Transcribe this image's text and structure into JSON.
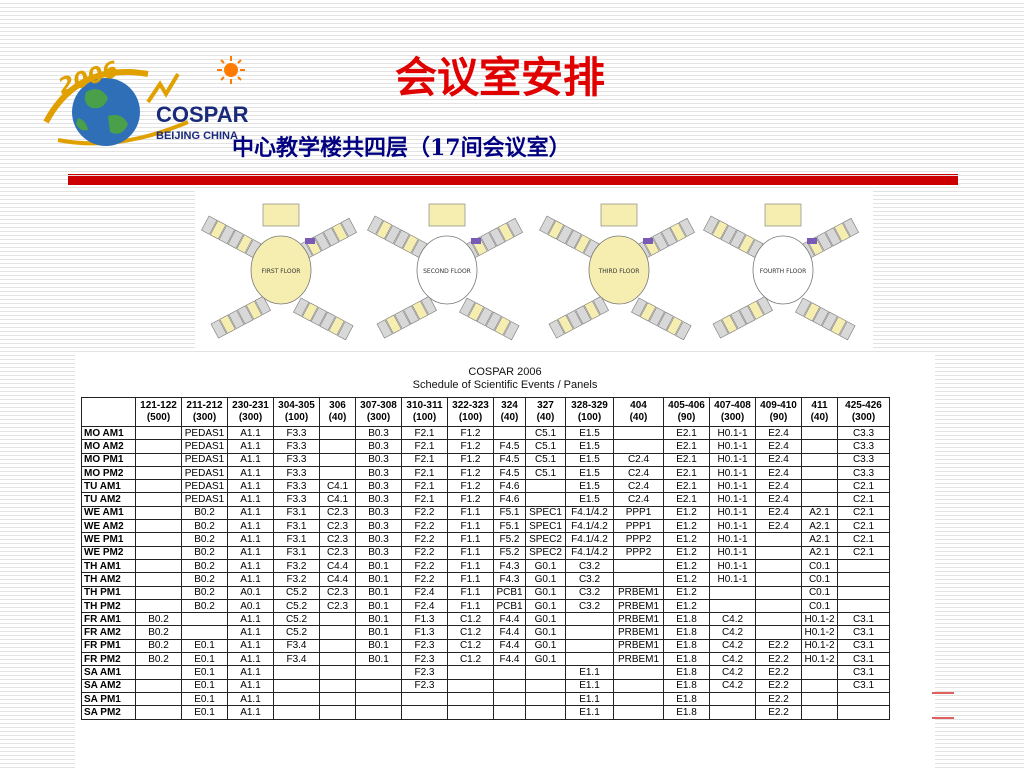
{
  "logo": {
    "year": "2006",
    "name": "COSPAR",
    "sub": "BEIJING CHINA",
    "colors": {
      "gold": "#e0a000",
      "navy": "#1a2a7a",
      "sun": "#ff7a00"
    }
  },
  "title": "会议室安排",
  "subtitle": "中心教学楼共四层（17间会议室）",
  "floor_labels": [
    "FIRST FLOOR",
    "SECOND FLOOR",
    "THIRD FLOOR",
    "FOURTH FLOOR"
  ],
  "schedule": {
    "title_line1": "COSPAR 2006",
    "title_line2": "Schedule of Scientific Events / Panels",
    "rooms": [
      {
        "room": "121-122",
        "cap": "(500)"
      },
      {
        "room": "211-212",
        "cap": "(300)"
      },
      {
        "room": "230-231",
        "cap": "(300)"
      },
      {
        "room": "304-305",
        "cap": "(100)"
      },
      {
        "room": "306",
        "cap": "(40)"
      },
      {
        "room": "307-308",
        "cap": "(300)"
      },
      {
        "room": "310-311",
        "cap": "(100)"
      },
      {
        "room": "322-323",
        "cap": "(100)"
      },
      {
        "room": "324",
        "cap": "(40)"
      },
      {
        "room": "327",
        "cap": "(40)"
      },
      {
        "room": "328-329",
        "cap": "(100)"
      },
      {
        "room": "404",
        "cap": "(40)"
      },
      {
        "room": "405-406",
        "cap": "(90)"
      },
      {
        "room": "407-408",
        "cap": "(300)"
      },
      {
        "room": "409-410",
        "cap": "(90)"
      },
      {
        "room": "411",
        "cap": "(40)"
      },
      {
        "room": "425-426",
        "cap": "(300)"
      }
    ],
    "rows": [
      {
        "label": "MO AM1",
        "cells": [
          "",
          "PEDAS1",
          "A1.1",
          "F3.3",
          "",
          "B0.3",
          "F2.1",
          "F1.2",
          "",
          "C5.1",
          "E1.5",
          "",
          "E2.1",
          "H0.1-1",
          "E2.4",
          "",
          "C3.3"
        ]
      },
      {
        "label": "MO AM2",
        "cells": [
          "",
          "PEDAS1",
          "A1.1",
          "F3.3",
          "",
          "B0.3",
          "F2.1",
          "F1.2",
          "F4.5",
          "C5.1",
          "E1.5",
          "",
          "E2.1",
          "H0.1-1",
          "E2.4",
          "",
          "C3.3"
        ]
      },
      {
        "label": "MO PM1",
        "cells": [
          "",
          "PEDAS1",
          "A1.1",
          "F3.3",
          "",
          "B0.3",
          "F2.1",
          "F1.2",
          "F4.5",
          "C5.1",
          "E1.5",
          "C2.4",
          "E2.1",
          "H0.1-1",
          "E2.4",
          "",
          "C3.3"
        ]
      },
      {
        "label": "MO PM2",
        "cells": [
          "",
          "PEDAS1",
          "A1.1",
          "F3.3",
          "",
          "B0.3",
          "F2.1",
          "F1.2",
          "F4.5",
          "C5.1",
          "E1.5",
          "C2.4",
          "E2.1",
          "H0.1-1",
          "E2.4",
          "",
          "C3.3"
        ]
      },
      {
        "label": "TU AM1",
        "cells": [
          "",
          "PEDAS1",
          "A1.1",
          "F3.3",
          "C4.1",
          "B0.3",
          "F2.1",
          "F1.2",
          "F4.6",
          "",
          "E1.5",
          "C2.4",
          "E2.1",
          "H0.1-1",
          "E2.4",
          "",
          "C2.1"
        ]
      },
      {
        "label": "TU AM2",
        "cells": [
          "",
          "PEDAS1",
          "A1.1",
          "F3.3",
          "C4.1",
          "B0.3",
          "F2.1",
          "F1.2",
          "F4.6",
          "",
          "E1.5",
          "C2.4",
          "E2.1",
          "H0.1-1",
          "E2.4",
          "",
          "C2.1"
        ]
      },
      {
        "label": "WE AM1",
        "cells": [
          "",
          "B0.2",
          "A1.1",
          "F3.1",
          "C2.3",
          "B0.3",
          "F2.2",
          "F1.1",
          "F5.1",
          "SPEC1",
          "F4.1/4.2",
          "PPP1",
          "E1.2",
          "H0.1-1",
          "E2.4",
          "A2.1",
          "C2.1"
        ]
      },
      {
        "label": "WE AM2",
        "cells": [
          "",
          "B0.2",
          "A1.1",
          "F3.1",
          "C2.3",
          "B0.3",
          "F2.2",
          "F1.1",
          "F5.1",
          "SPEC1",
          "F4.1/4.2",
          "PPP1",
          "E1.2",
          "H0.1-1",
          "E2.4",
          "A2.1",
          "C2.1"
        ]
      },
      {
        "label": "WE PM1",
        "cells": [
          "",
          "B0.2",
          "A1.1",
          "F3.1",
          "C2.3",
          "B0.3",
          "F2.2",
          "F1.1",
          "F5.2",
          "SPEC2",
          "F4.1/4.2",
          "PPP2",
          "E1.2",
          "H0.1-1",
          "",
          "A2.1",
          "C2.1"
        ]
      },
      {
        "label": "WE PM2",
        "cells": [
          "",
          "B0.2",
          "A1.1",
          "F3.1",
          "C2.3",
          "B0.3",
          "F2.2",
          "F1.1",
          "F5.2",
          "SPEC2",
          "F4.1/4.2",
          "PPP2",
          "E1.2",
          "H0.1-1",
          "",
          "A2.1",
          "C2.1"
        ]
      },
      {
        "label": "TH AM1",
        "cells": [
          "",
          "B0.2",
          "A1.1",
          "F3.2",
          "C4.4",
          "B0.1",
          "F2.2",
          "F1.1",
          "F4.3",
          "G0.1",
          "C3.2",
          "",
          "E1.2",
          "H0.1-1",
          "",
          "C0.1",
          ""
        ]
      },
      {
        "label": "TH AM2",
        "cells": [
          "",
          "B0.2",
          "A1.1",
          "F3.2",
          "C4.4",
          "B0.1",
          "F2.2",
          "F1.1",
          "F4.3",
          "G0.1",
          "C3.2",
          "",
          "E1.2",
          "H0.1-1",
          "",
          "C0.1",
          ""
        ]
      },
      {
        "label": "TH PM1",
        "cells": [
          "",
          "B0.2",
          "A0.1",
          "C5.2",
          "C2.3",
          "B0.1",
          "F2.4",
          "F1.1",
          "PCB1",
          "G0.1",
          "C3.2",
          "PRBEM1",
          "E1.2",
          "",
          "",
          "C0.1",
          ""
        ]
      },
      {
        "label": "TH PM2",
        "cells": [
          "",
          "B0.2",
          "A0.1",
          "C5.2",
          "C2.3",
          "B0.1",
          "F2.4",
          "F1.1",
          "PCB1",
          "G0.1",
          "C3.2",
          "PRBEM1",
          "E1.2",
          "",
          "",
          "C0.1",
          ""
        ]
      },
      {
        "label": "FR AM1",
        "cells": [
          "B0.2",
          "",
          "A1.1",
          "C5.2",
          "",
          "B0.1",
          "F1.3",
          "C1.2",
          "F4.4",
          "G0.1",
          "",
          "PRBEM1",
          "E1.8",
          "C4.2",
          "",
          "H0.1-2",
          "C3.1"
        ]
      },
      {
        "label": "FR AM2",
        "cells": [
          "B0.2",
          "",
          "A1.1",
          "C5.2",
          "",
          "B0.1",
          "F1.3",
          "C1.2",
          "F4.4",
          "G0.1",
          "",
          "PRBEM1",
          "E1.8",
          "C4.2",
          "",
          "H0.1-2",
          "C3.1"
        ]
      },
      {
        "label": "FR PM1",
        "cells": [
          "B0.2",
          "E0.1",
          "A1.1",
          "F3.4",
          "",
          "B0.1",
          "F2.3",
          "C1.2",
          "F4.4",
          "G0.1",
          "",
          "PRBEM1",
          "E1.8",
          "C4.2",
          "E2.2",
          "H0.1-2",
          "C3.1"
        ]
      },
      {
        "label": "FR PM2",
        "cells": [
          "B0.2",
          "E0.1",
          "A1.1",
          "F3.4",
          "",
          "B0.1",
          "F2.3",
          "C1.2",
          "F4.4",
          "G0.1",
          "",
          "PRBEM1",
          "E1.8",
          "C4.2",
          "E2.2",
          "H0.1-2",
          "C3.1"
        ]
      },
      {
        "label": "SA AM1",
        "cells": [
          "",
          "E0.1",
          "A1.1",
          "",
          "",
          "",
          "F2.3",
          "",
          "",
          "",
          "E1.1",
          "",
          "E1.8",
          "C4.2",
          "E2.2",
          "",
          "C3.1"
        ]
      },
      {
        "label": "SA AM2",
        "cells": [
          "",
          "E0.1",
          "A1.1",
          "",
          "",
          "",
          "F2.3",
          "",
          "",
          "",
          "E1.1",
          "",
          "E1.8",
          "C4.2",
          "E2.2",
          "",
          "C3.1"
        ]
      },
      {
        "label": "SA PM1",
        "cells": [
          "",
          "E0.1",
          "A1.1",
          "",
          "",
          "",
          "",
          "",
          "",
          "",
          "E1.1",
          "",
          "E1.8",
          "",
          "E2.2",
          "",
          ""
        ]
      },
      {
        "label": "SA PM2",
        "cells": [
          "",
          "E0.1",
          "A1.1",
          "",
          "",
          "",
          "",
          "",
          "",
          "",
          "E1.1",
          "",
          "E1.8",
          "",
          "E2.2",
          "",
          ""
        ]
      }
    ]
  }
}
